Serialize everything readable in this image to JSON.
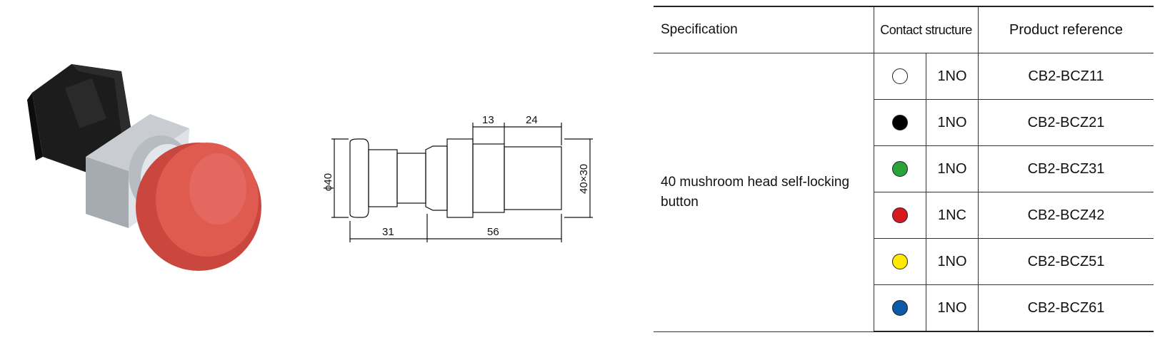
{
  "drawing": {
    "dim_top_left": "13",
    "dim_top_right": "24",
    "dim_diameter": "ϕ40",
    "dim_height": "40×30",
    "dim_bottom_left": "31",
    "dim_bottom_right": "56"
  },
  "table": {
    "headers": {
      "specification": "Specification",
      "contact_structure": "Contact structure",
      "product_reference": "Product reference"
    },
    "specification_text": "40 mushroom head self-locking button",
    "rows": [
      {
        "color": "#ffffff",
        "contact": "1NO",
        "reference": "CB2-BCZ11"
      },
      {
        "color": "#000000",
        "contact": "1NO",
        "reference": "CB2-BCZ21"
      },
      {
        "color": "#2aa33a",
        "contact": "1NO",
        "reference": "CB2-BCZ31"
      },
      {
        "color": "#d71920",
        "contact": "1NC",
        "reference": "CB2-BCZ42"
      },
      {
        "color": "#ffea00",
        "contact": "1NO",
        "reference": "CB2-BCZ51"
      },
      {
        "color": "#0b5aa8",
        "contact": "1NO",
        "reference": "CB2-BCZ61"
      }
    ]
  }
}
